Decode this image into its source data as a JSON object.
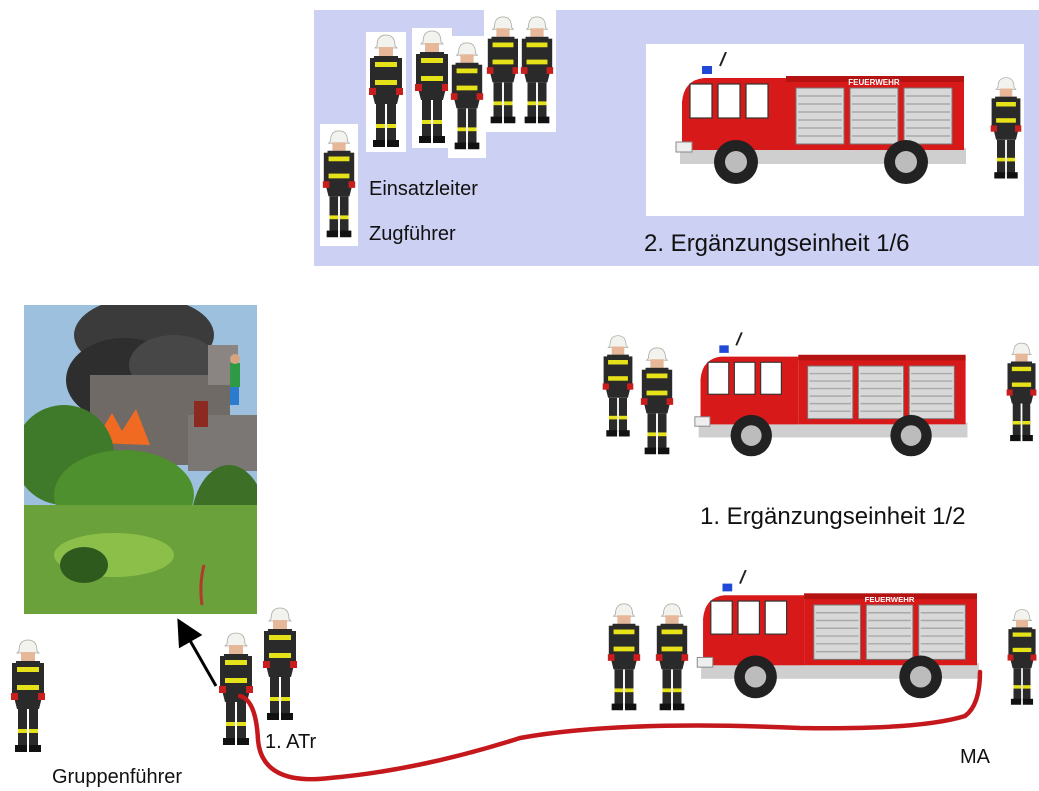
{
  "colors": {
    "panel_background": "#ccd0f2",
    "truck_red": "#d7191a",
    "hose_red": "#c4181c",
    "coat_dark": "#2a2a2a",
    "reflective_stripe": "#e6e21a",
    "helmet": "#f2f2ee",
    "text": "#111111"
  },
  "labels": {
    "einsatzleiter": "Einsatzleiter",
    "zugfuehrer": "Zugführer",
    "ergaenzung_2": "2. Ergänzungseinheit 1/6",
    "ergaenzung_1": "1. Ergänzungseinheit 1/2",
    "atr": "1. ATr",
    "gruppenfuehrer": "Gruppenführer",
    "ma": "MA"
  },
  "truck_lettering": {
    "top": "FEUERWEHR",
    "bottom": "FEUERWEHR"
  },
  "icons": {
    "firefighter": "firefighter-icon",
    "fire_truck": "fire-truck-icon",
    "fire_photo": "house-fire-photo",
    "arrow": "arrow-icon",
    "hose": "fire-hose"
  }
}
